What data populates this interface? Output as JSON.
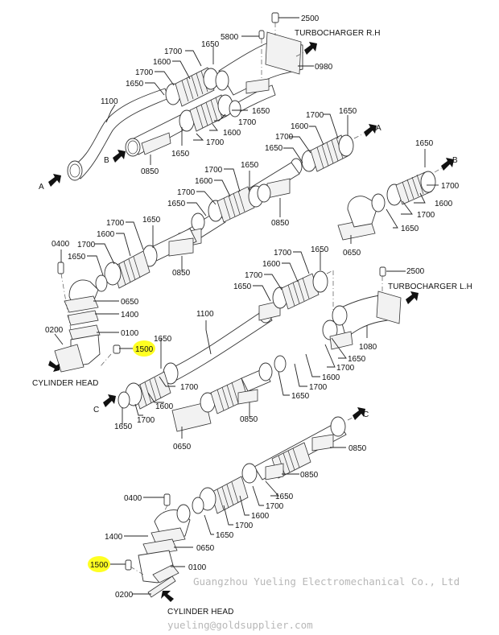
{
  "title": "Exhaust manifold exploded parts diagram",
  "highlight_color": "#ffff22",
  "references": {
    "turbo_rh": "TURBOCHARGER R.H",
    "turbo_lh": "TURBOCHARGER L.H",
    "cyl_head_1": "CYLINDER HEAD",
    "cyl_head_2": "CYLINDER HEAD",
    "arrows": [
      "A",
      "B",
      "A",
      "B",
      "C",
      "C"
    ]
  },
  "callouts": {
    "c2500a": "2500",
    "c5800": "5800",
    "c0980": "0980",
    "c1700a": "1700",
    "c1650a": "1650",
    "c1600a": "1600",
    "c1700b": "1700",
    "c1650b": "1650",
    "c1100a": "1100",
    "c1650c": "1650",
    "c1700c": "1700",
    "c1600b": "1600",
    "c1700d": "1700",
    "c1650d": "1650",
    "c0850a": "0850",
    "c1700e": "1700",
    "c1650e": "1650",
    "c1600c": "1600",
    "c1700f": "1700",
    "c1650f": "1650",
    "c1650g": "1650",
    "c1700g": "1700",
    "c1600d": "1600",
    "c1700h": "1700",
    "c1650h": "1650",
    "c0650a": "0650",
    "c1700i": "1700",
    "c1650i": "1650",
    "c1600e": "1600",
    "c1700j": "1700",
    "c1650j": "1650",
    "c0850b": "0850",
    "c1700k": "1700",
    "c1650k": "1650",
    "c1600f": "1600",
    "c1700l": "1700",
    "c1650l": "1650",
    "c0850c": "0850",
    "c0400a": "0400",
    "c0650b": "0650",
    "c1400a": "1400",
    "c0200a": "0200",
    "c0100a": "0100",
    "c1500a": "1500",
    "c1700m": "1700",
    "c1650m": "1650",
    "c1600g": "1600",
    "c1700n": "1700",
    "c1650n": "1650",
    "c2500b": "2500",
    "c1100b": "1100",
    "c1080": "1080",
    "c1650o": "1650",
    "c1700o": "1700",
    "c1600h": "1600",
    "c1700p": "1700",
    "c1650p": "1650",
    "c1650q": "1650",
    "c1700q": "1700",
    "c1600i": "1600",
    "c1700r": "1700",
    "c1650r": "1650",
    "c0850d": "0850",
    "c0650c": "0650",
    "c0850e": "0850",
    "c0850f": "0850",
    "c1650s": "1650",
    "c1700s": "1700",
    "c1600j": "1600",
    "c1700t": "1700",
    "c1650t": "1650",
    "c0400b": "0400",
    "c1400b": "1400",
    "c0650d": "0650",
    "c1500b": "1500",
    "c0100b": "0100",
    "c0200b": "0200"
  },
  "watermark": {
    "line1": "Guangzhou Yueling Electromechanical Co., Ltd",
    "line2": "yueling@goldsupplier.com"
  }
}
